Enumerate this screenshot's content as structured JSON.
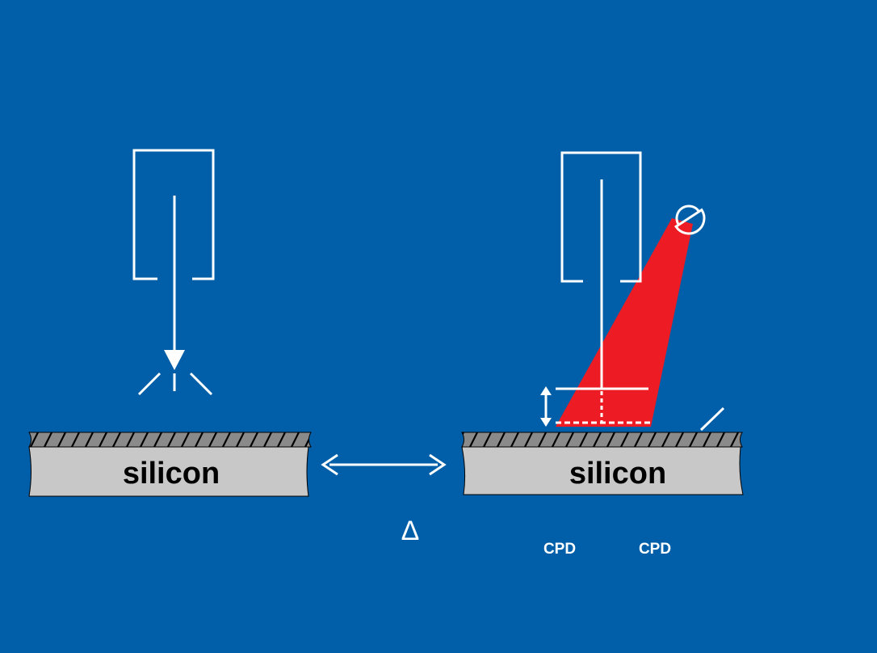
{
  "colors": {
    "background": "#005fa8",
    "line": "#ffffff",
    "beam": "#ed1c24",
    "substrate": "#c8c8c8",
    "hatch_layer": "#8a8a8a",
    "text_dark": "#000000"
  },
  "left_panel": {
    "substrate_label": "silicon"
  },
  "right_panel": {
    "substrate_label": "silicon",
    "cpd_labels": [
      "CPD",
      "CPD"
    ]
  },
  "center": {
    "symbol": "Δ"
  },
  "icons": {
    "left_probe": "probe-housing-icon",
    "right_probe": "probe-housing-icon",
    "light_source": "lamp-icon",
    "double_arrow": "double-arrow-icon",
    "height_arrow": "vertical-double-arrow-icon"
  }
}
